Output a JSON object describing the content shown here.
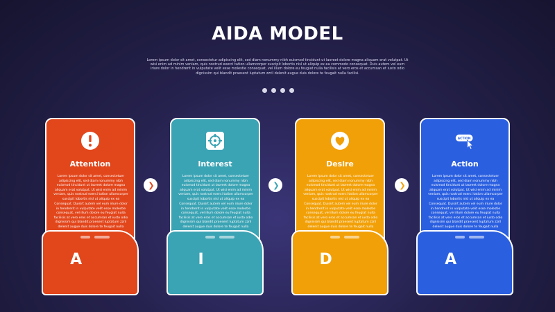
{
  "title": "AIDA MODEL",
  "intro_text": "Lorem ipsum dolor sit amet, consectetur adipiscing elit, sed diam nonummy nibh euismod tincidunt ut laoreet dolore magna aliquam erat volutpat. Ut wisi enim ad minim veniam, quis nostrud exerci tation ullamcorper suscipit lobortis nisl ut aliquip ex ea commodo consequat. Duis autem vel eum iriure dolor in hendrerit in vulputate velit esse molestie consequat, vel illum dolore eu feugiat nulla facilisis at vero eros et accumsan et iusto odio dignissim qui blandit praesent luptatum zzril delenit augue duis dolore te feugait nulla facilisi.",
  "stages": [
    {
      "label": "Attention",
      "letter": "A",
      "icon": "exclamation-icon",
      "color": "#e2461b",
      "text1": "Lorem ipsum dolor sit amet, consectetuer adipiscing elit, sed diam nonummy nibh euismod tincidunt ut laoreet dolore magna aliquam erat volutpat. Ut wisi enim ad minim veniam, quis nostrud exerci tation ullamcorper suscipit lobortis nisl ut aliquip ex ea",
      "text2": "Consequat. Duisirt autem vel eum iriure dolor in hendrerit in vulputate velit esse molestie consequat, vel illum dolore eu feugiat nulla facilisis at vero eros et accumsan et iusto odio dignissim qui blandit praesent luptatum zzril delenit augue duis dolore te feugait nulla"
    },
    {
      "label": "Interest",
      "letter": "I",
      "icon": "target-icon",
      "color": "#3aa3b4",
      "text1": "Lorem ipsum dolor sit amet, consectetuer adipiscing elit, sed diam nonummy nibh euismod tincidunt ut laoreet dolore magna aliquam erat volutpat. Ut wisi enim ad minim veniam, quis nostrud exerci tation ullamcorper suscipit lobortis nisl ut aliquip ex ea",
      "text2": "Consequat. Duisirt autem vel eum iriure dolor in hendrerit in vulputate velit esse molestie consequat, vel illum dolore eu feugiat nulla facilisis at vero eros et accumsan et iusto odio dignissim qui blandit praesent luptatum zzril delenit augue duis dolore te feugait nulla"
    },
    {
      "label": "Desire",
      "letter": "D",
      "icon": "heart-icon",
      "color": "#f2a007",
      "text1": "Lorem ipsum dolor sit amet, consectetuer adipiscing elit, sed diam nonummy nibh euismod tincidunt ut laoreet dolore magna aliquam erat volutpat. Ut wisi enim ad minim veniam, quis nostrud exerci tation ullamcorper suscipit lobortis nisl ut aliquip ex ea",
      "text2": "Consequat. Duisirt autem vel eum iriure dolor in hendrerit in vulputate velit esse molestie consequat, vel illum dolore eu feugiat nulla facilisis at vero eros et accumsan et iusto odio dignissim qui blandit praesent luptatum zzril delenit augue duis dolore te feugait nulla"
    },
    {
      "label": "Action",
      "letter": "A",
      "icon": "action-cursor-icon",
      "icon_text": "ACTION",
      "color": "#2a5fe0",
      "text1": "Lorem ipsum dolor sit amet, consectetuer adipiscing elit, sed diam nonummy nibh euismod tincidunt ut laoreet dolore magna aliquam erat volutpat. Ut wisi enim ad minim veniam, quis nostrud exerci tation ullamcorper suscipit lobortis nisl ut aliquip ex ea",
      "text2": "Consequat. Duisirt autem vel eum iriure dolor in hendrerit in vulputate velit esse molestie consequat, vel illum dolore eu feugiat nulla facilisis at vero eros et accumsan et iusto odio dignissim qui blandit praesent luptatum zzril delenit augue duis dolore te feugait nulla"
    }
  ]
}
